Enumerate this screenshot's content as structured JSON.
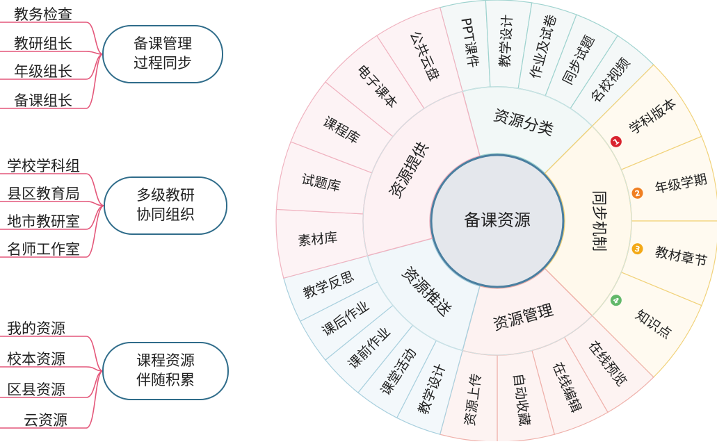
{
  "left_groups": [
    {
      "label_lines": [
        "备课管理",
        "过程同步"
      ],
      "items": [
        "教务检查",
        "教研组长",
        "年级组长",
        "备课组长"
      ]
    },
    {
      "label_lines": [
        "多级教研",
        "协同组织"
      ],
      "items": [
        "学校学科组",
        "县区教育局",
        "地市教研室",
        "名师工作室"
      ]
    },
    {
      "label_lines": [
        "课程资源",
        "伴随积累"
      ],
      "items": [
        "我的资源",
        "校本资源",
        "区县资源",
        "云资源"
      ]
    }
  ],
  "wheel": {
    "center_label": "备课资源",
    "sectors": [
      {
        "label": "资源分类",
        "inner_color": "#f2f8f7",
        "outer_color": "#f4f8f8",
        "stroke": "#9fd3cf",
        "items": [
          {
            "text": "PPT课件"
          },
          {
            "text": "教学设计"
          },
          {
            "text": "作业及试卷"
          },
          {
            "text": "同步试题"
          },
          {
            "text": "名校视频"
          }
        ]
      },
      {
        "label": "同步机制",
        "inner_color": "#fff9ec",
        "outer_color": "#fffaf0",
        "stroke": "#f1d27a",
        "items": [
          {
            "text": "学科版本",
            "badge": "1",
            "badge_color": "#d9232e"
          },
          {
            "text": "年级学期",
            "badge": "2",
            "badge_color": "#f07f22"
          },
          {
            "text": "教材章节",
            "badge": "3",
            "badge_color": "#f3a917"
          },
          {
            "text": "知识点",
            "badge": "4",
            "badge_color": "#62b86a"
          }
        ]
      },
      {
        "label": "资源管理",
        "inner_color": "#fdf2f1",
        "outer_color": "#fdf3f2",
        "stroke": "#efb1ab",
        "items": [
          {
            "text": "在线预览"
          },
          {
            "text": "在线编辑"
          },
          {
            "text": "自动收藏"
          },
          {
            "text": "资源上传"
          }
        ]
      },
      {
        "label": "资源推送",
        "inner_color": "#f1f7fa",
        "outer_color": "#f3f8fb",
        "stroke": "#a9d0de",
        "items": [
          {
            "text": "教学设计"
          },
          {
            "text": "课堂活动"
          },
          {
            "text": "课前作业"
          },
          {
            "text": "课后作业"
          },
          {
            "text": "教学反思"
          }
        ]
      },
      {
        "label": "资源提供",
        "inner_color": "#fdf1f3",
        "outer_color": "#fdf3f5",
        "stroke": "#f0b3c0",
        "items": [
          {
            "text": "素材库"
          },
          {
            "text": "试题库"
          },
          {
            "text": "课程库"
          },
          {
            "text": "电子课本"
          },
          {
            "text": "公共云盘"
          }
        ]
      }
    ]
  },
  "colors": {
    "bracket": "#e4577a",
    "label_box_stroke": "#2f6c8a",
    "center_fill": "#e4e7ec",
    "center_stroke": "#4a7fa0"
  }
}
